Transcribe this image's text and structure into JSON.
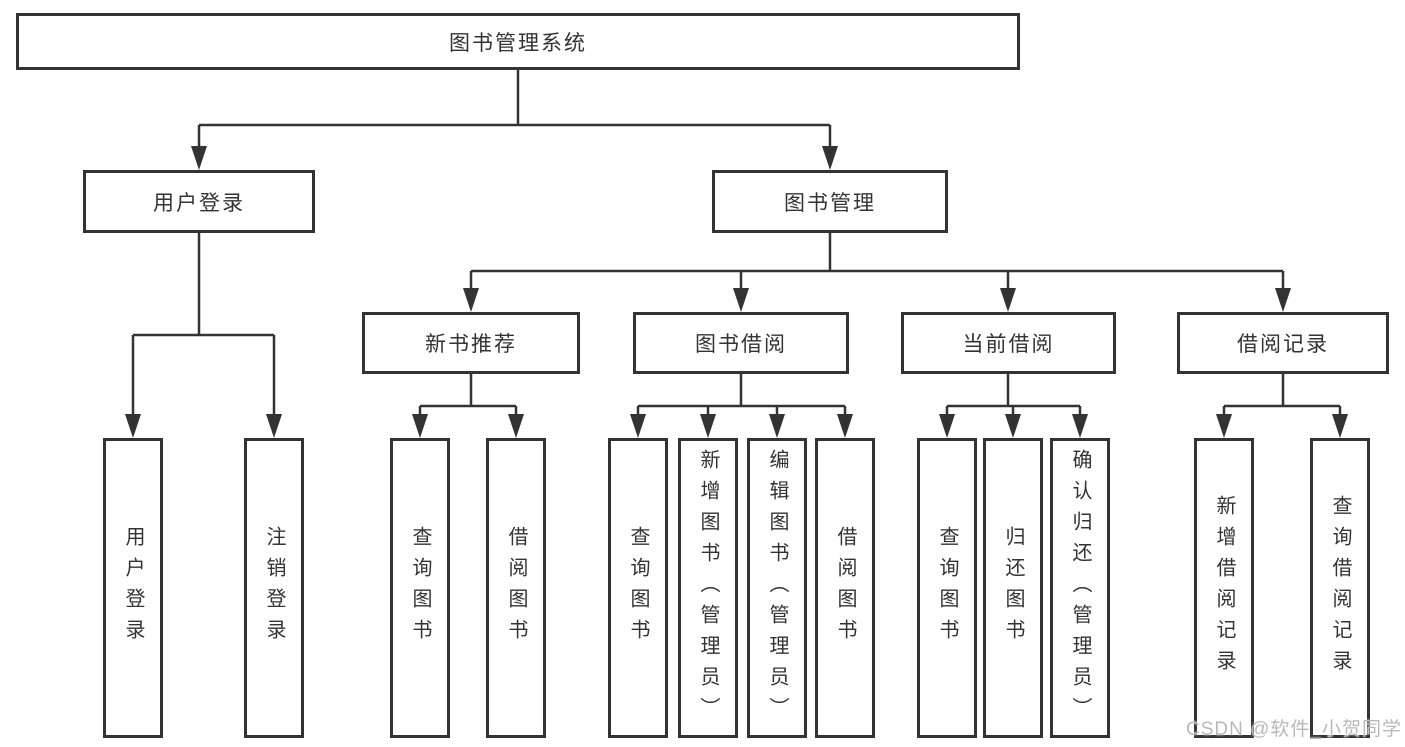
{
  "diagram": {
    "root": {
      "label": "图书管理系统"
    },
    "branches": [
      {
        "label": "用户登录",
        "children": [
          {
            "label": "用户登录"
          },
          {
            "label": "注销登录"
          }
        ]
      },
      {
        "label": "图书管理",
        "children": [
          {
            "label": "新书推荐",
            "children": [
              {
                "label": "查询图书"
              },
              {
                "label": "借阅图书"
              }
            ]
          },
          {
            "label": "图书借阅",
            "children": [
              {
                "label": "查询图书"
              },
              {
                "label": "新增图书（管理员）"
              },
              {
                "label": "编辑图书（管理员）"
              },
              {
                "label": "借阅图书"
              }
            ]
          },
          {
            "label": "当前借阅",
            "children": [
              {
                "label": "查询图书"
              },
              {
                "label": "归还图书"
              },
              {
                "label": "确认归还（管理员）"
              }
            ]
          },
          {
            "label": "借阅记录",
            "children": [
              {
                "label": "新增借阅记录"
              },
              {
                "label": "查询借阅记录"
              }
            ]
          }
        ]
      }
    ]
  },
  "watermark": {
    "text": "CSDN @软件_小贺同学"
  },
  "colors": {
    "line": "#333333",
    "node_border": "#333333",
    "text": "#333333",
    "watermark": "#b9b9b9",
    "background": "#ffffff"
  }
}
